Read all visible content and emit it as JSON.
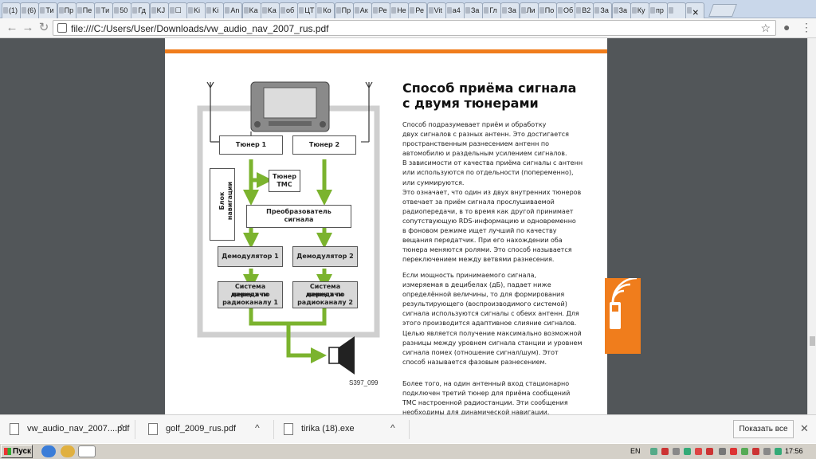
{
  "tabs": [
    "(1)",
    "(6)",
    "Ти",
    "Пр",
    "Пе",
    "Ти",
    "50",
    "Гд",
    "KJ",
    "☐",
    "Ki",
    "Ki",
    "An",
    "Ka",
    "Ka",
    "об",
    "ЦТ",
    "Ко",
    "Пр",
    "Ак",
    "Ре",
    "Не",
    "Ре",
    "Vit",
    "a4",
    "За",
    "Гл",
    "За",
    "Ли",
    "По",
    "Об",
    "B2",
    "За",
    "За",
    "Ку",
    "пр",
    "",
    "🗙"
  ],
  "toolbar": {
    "address": "file:///C:/Users/User/Downloads/vw_audio_nav_2007_rus.pdf"
  },
  "document": {
    "heading_line1": "Способ приёма сигнала",
    "heading_line2": "с двумя тюнерами",
    "para1": "Способ подразумевает приём и обработку\nдвух сигналов с разных антенн. Это достигается\nпространственным разнесением антенн по\nавтомобилю и раздельным усилением сигналов.\nВ зависимости от качества приёма сигналы с антенн\nили используются по отдельности (попеременно),\nили суммируются.\nЭто означает, что один из двух внутренних тюнеров\nотвечает за приём сигнала прослушиваемой\nрадиопередачи, в то время как другой принимает\nсопутствующую RDS-информацию и одновременно\nв фоновом режиме ищет лучший по качеству\nвещания передатчик. При его нахождении оба\nтюнера меняются ролями. Это способ называется\nпереключением между ветвями разнесения.",
    "para2": "Если мощность принимаемого сигнала,\nизмеряемая в децибелах (дБ), падает ниже\nопределённой величины, то для формирования\nрезультирующего (воспроизводимого системой)\nсигнала используются сигналы с обеих антенн. Для\nэтого производится адаптивное слияние сигналов.\nЦелью является получение максимально возможной\nразницы между уровнем сигнала станции и уровнем\nсигнала помех (отношение сигнал/шум). Этот\nспособ называется фазовым разнесением.",
    "para3": "Более того, на один антенный вход стационарно\nподключен третий тюнер для приёма сообщений\nTMC настроенной радиостанции. Эти сообщения\nнеобходимы для динамической навигации.",
    "diagram": {
      "tuner1": "Тюнер 1",
      "tuner2": "Тюнер 2",
      "tuner_tmc_1": "Тюнер",
      "tuner_tmc_2": "TMC",
      "nav_block_1": "Блок",
      "nav_block_2": "навигации",
      "converter_1": "Преобразователь",
      "converter_2": "сигнала",
      "demod1": "Демодулятор 1",
      "demod2": "Демодулятор 2",
      "rds1_1": "Система передачи",
      "rds1_2": "данных по",
      "rds1_3": "радиоканалу 1",
      "rds2_1": "Система передачи",
      "rds2_2": "данных по",
      "rds2_3": "радиоканалу 2",
      "caption": "S397_099"
    }
  },
  "downloads": {
    "items": [
      {
        "name": "vw_audio_nav_2007....pdf"
      },
      {
        "name": "golf_2009_rus.pdf"
      },
      {
        "name": "tirika (18).exe"
      }
    ],
    "show_all": "Показать все"
  },
  "taskbar": {
    "start": "Пуск",
    "lang": "EN",
    "time": "17:56"
  },
  "colors": {
    "accent_orange": "#f07d1c",
    "arrow_green": "#7bb32e"
  }
}
